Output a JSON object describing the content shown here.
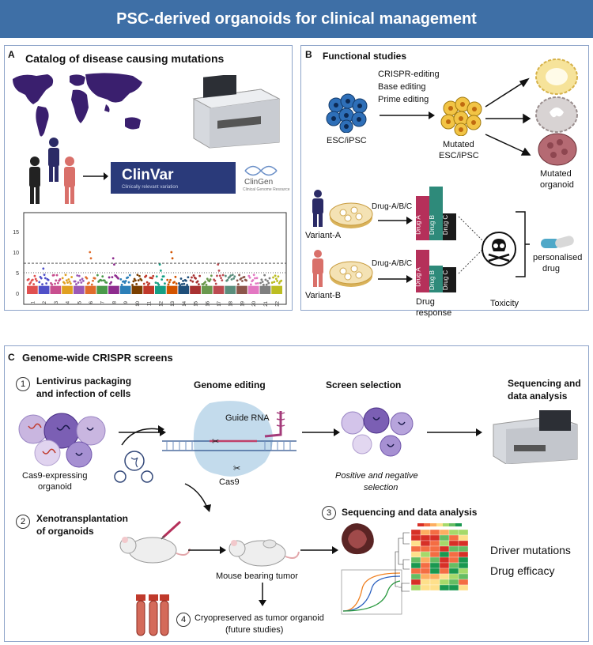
{
  "title": "PSC-derived organoids for clinical management",
  "panelA": {
    "letter": "A",
    "title": "Catalog of disease causing mutations",
    "clinvar": "ClinVar",
    "clinvar_sub": "Clinically relevant variation",
    "clingen": "ClinGen",
    "clingen_sub": "Clinical Genome Resource",
    "yticks": [
      "15",
      "10",
      "5",
      "0"
    ],
    "xticks": [
      "1",
      "2",
      "3",
      "4",
      "5",
      "6",
      "7",
      "8",
      "9",
      "10",
      "11",
      "12",
      "13",
      "14",
      "15",
      "16",
      "17",
      "18",
      "19",
      "20",
      "21",
      "22"
    ],
    "colors": [
      "#e05050",
      "#5050c8",
      "#c84f8f",
      "#e0a020",
      "#9b59b6",
      "#e06c2c",
      "#4a9a4a",
      "#8e2c8e",
      "#2c7fb8",
      "#7b3f00",
      "#c0392b",
      "#16a085",
      "#d35400",
      "#1f4e79",
      "#a83232",
      "#6a994e",
      "#bc4b51",
      "#5b8e7d",
      "#8c564b",
      "#e377c2",
      "#7f7f7f",
      "#bcbd22"
    ]
  },
  "panelB": {
    "letter": "B",
    "title": "Functional studies",
    "editing": [
      "CRISPR-editing",
      "Base editing",
      "Prime editing"
    ],
    "esc": "ESC/iPSC",
    "mutated_esc": [
      "Mutated",
      "ESC/iPSC"
    ],
    "mutated_organoid": [
      "Mutated",
      "organoid"
    ],
    "variantA": "Variant-A",
    "variantB": "Variant-B",
    "drugs_label": "Drug-A/B/C",
    "drugA": "Drug A",
    "drugB": "Drug B",
    "drugC": "Drug C",
    "drug_response": [
      "Drug",
      "response"
    ],
    "toxicity": "Toxicity",
    "personalised": [
      "personalised",
      "drug"
    ],
    "drug_colors": {
      "A": "#b5305a",
      "B": "#2e8a7a",
      "C": "#1a1a1a"
    }
  },
  "panelC": {
    "letter": "C",
    "title": "Genome-wide CRISPR screens",
    "step1_num": "1",
    "step1": [
      "Lentivirus packaging",
      "and infection of cells"
    ],
    "genome_editing": "Genome editing",
    "guide_rna": "Guide RNA",
    "cas9": "Cas9",
    "screen_selection": "Screen selection",
    "selection_note": [
      "Positive and negative",
      "selection"
    ],
    "seq1": [
      "Sequencing and",
      "data analysis"
    ],
    "cas9_organoid": [
      "Cas9-expressing",
      "organoid"
    ],
    "step2_num": "2",
    "step2": [
      "Xenotransplantation",
      "of  organoids"
    ],
    "mouse_tumor": "Mouse bearing tumor",
    "step3_num": "3",
    "step3": "Sequencing and data analysis",
    "driver": "Driver mutations",
    "efficacy": "Drug efficacy",
    "step4_num": "4",
    "step4": [
      "Cryopreserved as  tumor organoid",
      "(future studies)"
    ]
  }
}
